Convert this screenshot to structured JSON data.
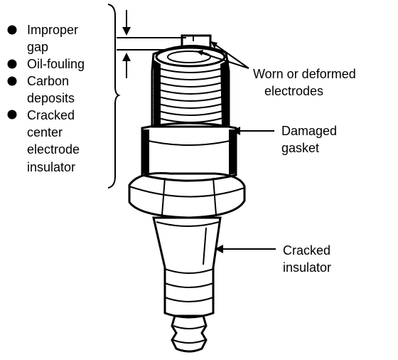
{
  "left_list": {
    "items": [
      {
        "lines": [
          "Improper",
          "gap"
        ]
      },
      {
        "lines": [
          "Oil-fouling"
        ]
      },
      {
        "lines": [
          "Carbon",
          "deposits"
        ]
      },
      {
        "lines": [
          "Cracked",
          "center",
          "electrode",
          "insulator"
        ]
      }
    ]
  },
  "callouts": {
    "electrodes": [
      "Worn or deformed",
      "electrodes"
    ],
    "gasket": [
      "Damaged",
      "gasket"
    ],
    "insulator": [
      "Cracked",
      "insulator"
    ]
  }
}
